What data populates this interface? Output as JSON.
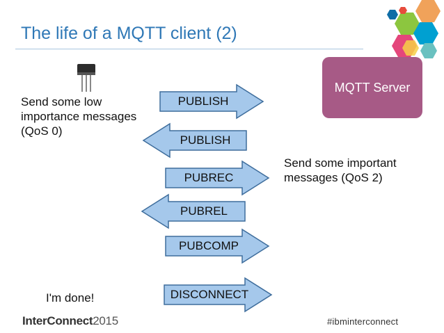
{
  "slide": {
    "title": "The life of a MQTT client (2)",
    "server_label": "MQTT Server",
    "left_note": [
      "Send some low",
      "importance messages",
      "(QoS 0)"
    ],
    "right_note": [
      "Send some important",
      "messages (QoS 2)"
    ],
    "done_text": "I'm done!",
    "messages": [
      {
        "label": "PUBLISH",
        "direction": "right"
      },
      {
        "label": "PUBLISH",
        "direction": "left"
      },
      {
        "label": "PUBREC",
        "direction": "right"
      },
      {
        "label": "PUBREL",
        "direction": "left"
      },
      {
        "label": "PUBCOMP",
        "direction": "right"
      },
      {
        "label": "DISCONNECT",
        "direction": "right"
      }
    ],
    "footer_brand_a": "InterConnect",
    "footer_brand_b": "2015",
    "hashtag": "#ibminterconnect",
    "colors": {
      "title": "#2f78b6",
      "server": "#a75a86",
      "arrow_fill": "#a5c8eb",
      "arrow_stroke": "#3e6d9c"
    }
  }
}
